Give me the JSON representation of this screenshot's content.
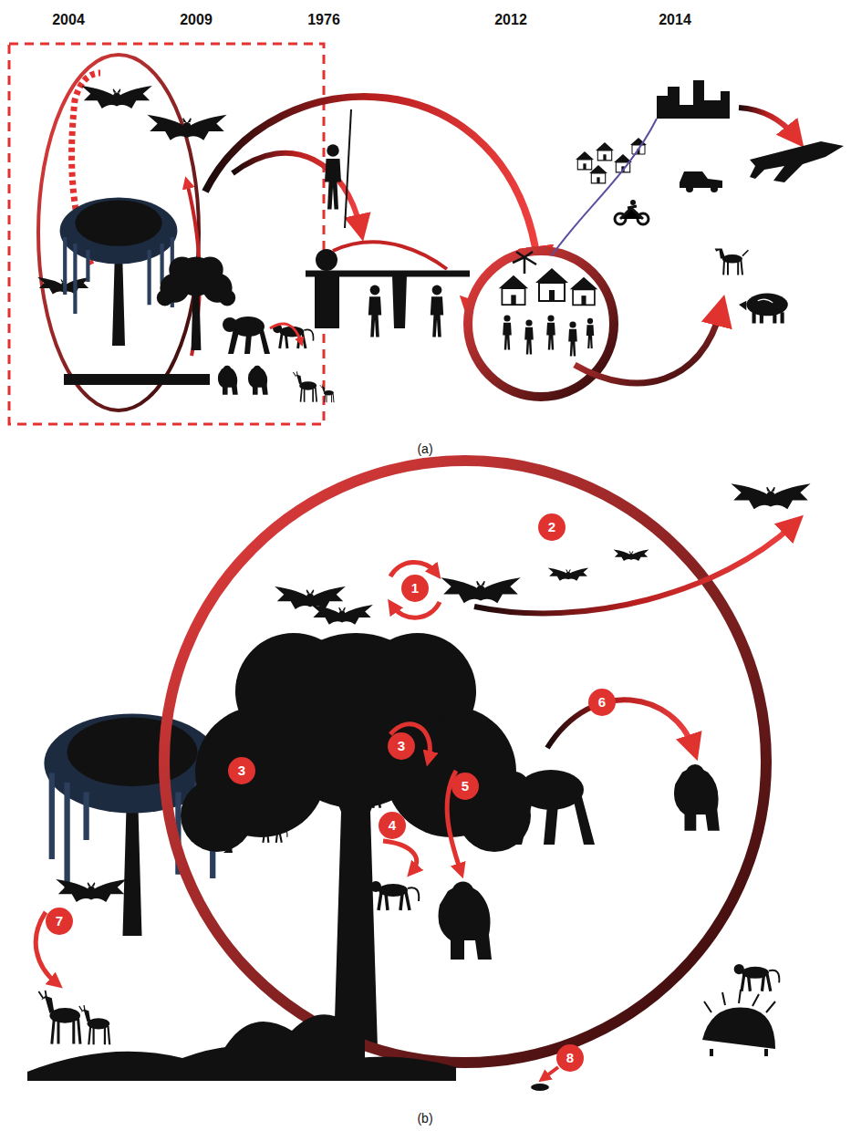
{
  "diagram": {
    "labels": [
      "2004",
      "2009",
      "1976",
      "2012",
      "2014",
      "(a)",
      "2",
      "1",
      "6",
      "3",
      "3",
      "5",
      "4",
      "7",
      "8",
      "(b)"
    ]
  }
}
